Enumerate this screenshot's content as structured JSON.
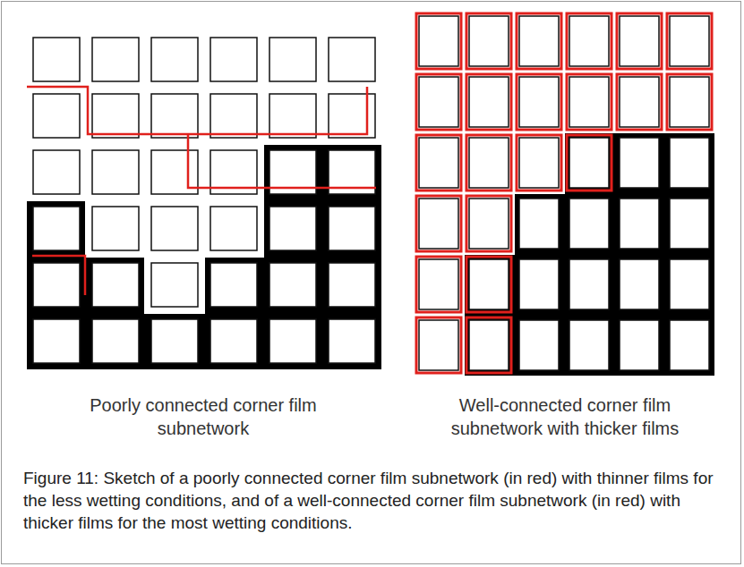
{
  "diagram": {
    "caption": "Figure 11: Sketch of a poorly connected corner film subnetwork (in red) with thinner films for the less wetting conditions, and of a well-connected corner film subnetwork (in red) with thicker films for the most wetting conditions.",
    "labels": [
      "Poorly connected corner film subnetwork",
      "Well-connected corner film subnetwork with thicker films"
    ]
  }
}
